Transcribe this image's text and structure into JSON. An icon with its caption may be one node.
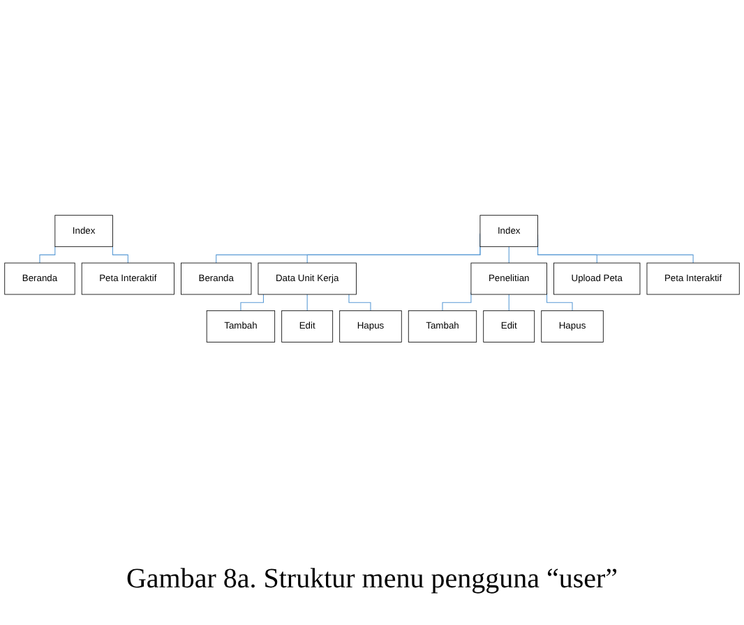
{
  "diagram": {
    "caption": "Gambar 8a. Struktur menu pengguna “user”",
    "nodes": [
      {
        "text": [
          "Index"
        ]
      },
      {
        "text": [
          "Beranda"
        ]
      },
      {
        "text": [
          "Peta Interaktif"
        ]
      },
      {
        "text": [
          "Index"
        ]
      },
      {
        "text": [
          "Beranda"
        ]
      },
      {
        "text": [
          "Data Unit Kerja"
        ]
      },
      {
        "text": [
          "Penelitian"
        ]
      },
      {
        "text": [
          "Upload Peta"
        ]
      },
      {
        "text": [
          "Peta Interaktif"
        ]
      },
      {
        "text": [
          "Tambah"
        ]
      },
      {
        "text": [
          "Edit"
        ]
      },
      {
        "text": [
          "Hapus"
        ]
      },
      {
        "text": [
          "Tambah"
        ]
      },
      {
        "text": [
          "Edit"
        ]
      },
      {
        "text": [
          "Hapus"
        ]
      }
    ],
    "edges": [
      {
        "from": 0,
        "to": 1,
        "arrow": "none"
      },
      {
        "from": 0,
        "to": 2,
        "arrow": "none"
      },
      {
        "from": 3,
        "to": 4,
        "arrow": "none"
      },
      {
        "from": 3,
        "to": 5,
        "arrow": "none"
      },
      {
        "from": 3,
        "to": 6,
        "arrow": "none"
      },
      {
        "from": 3,
        "to": 7,
        "arrow": "none"
      },
      {
        "from": 3,
        "to": 8,
        "arrow": "none"
      },
      {
        "from": 5,
        "to": 9,
        "arrow": "none"
      },
      {
        "from": 5,
        "to": 10,
        "arrow": "none"
      },
      {
        "from": 5,
        "to": 11,
        "arrow": "none"
      },
      {
        "from": 6,
        "to": 12,
        "arrow": "none"
      },
      {
        "from": 6,
        "to": 13,
        "arrow": "none"
      },
      {
        "from": 6,
        "to": 14,
        "arrow": "none"
      }
    ]
  }
}
